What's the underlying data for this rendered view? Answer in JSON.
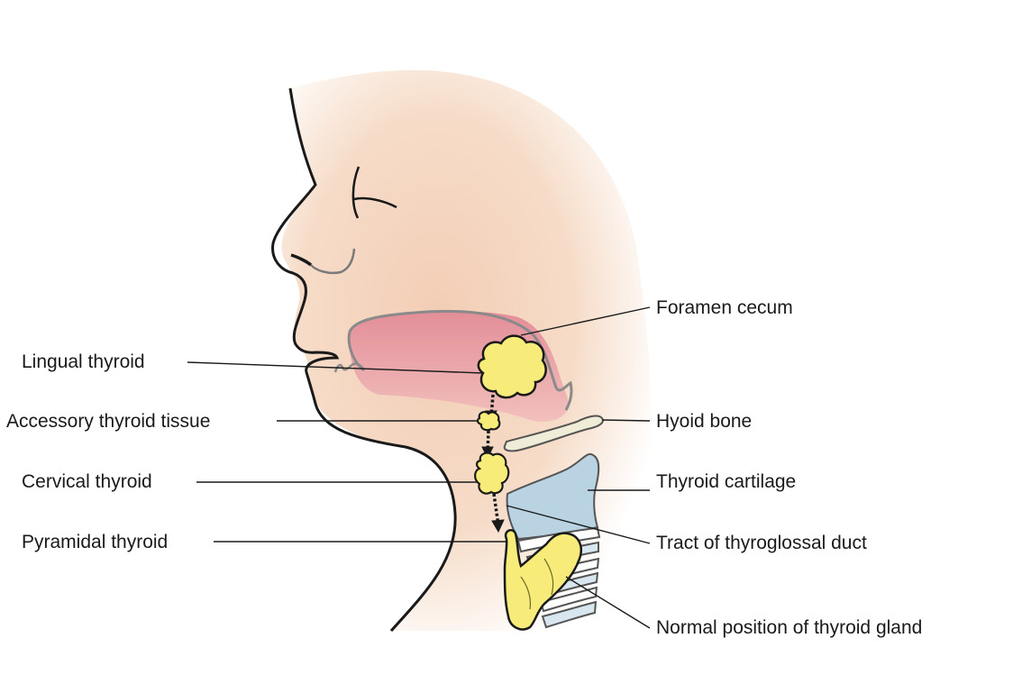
{
  "diagram": {
    "labels_left": {
      "lingual_thyroid": "Lingual thyroid",
      "accessory_thyroid_tissue": "Accessory thyroid tissue",
      "cervical_thyroid": "Cervical thyroid",
      "pyramidal_thyroid": "Pyramidal thyroid"
    },
    "labels_right": {
      "foramen_cecum": "Foramen cecum",
      "hyoid_bone": "Hyoid bone",
      "thyroid_cartilage": "Thyroid cartilage",
      "tract_of_thyroglossal_duct": "Tract of thyroglossal duct",
      "normal_position_of_thyroid_gland": "Normal position of thyroid gland"
    },
    "colors": {
      "skin": "#f6dcc8",
      "oral_cavity": "#e7a1a8",
      "thyroid_tissue": "#f7ec7a",
      "cartilage": "#b9d3e2",
      "bone": "#efecd8",
      "outline": "#1a1a1a"
    }
  }
}
